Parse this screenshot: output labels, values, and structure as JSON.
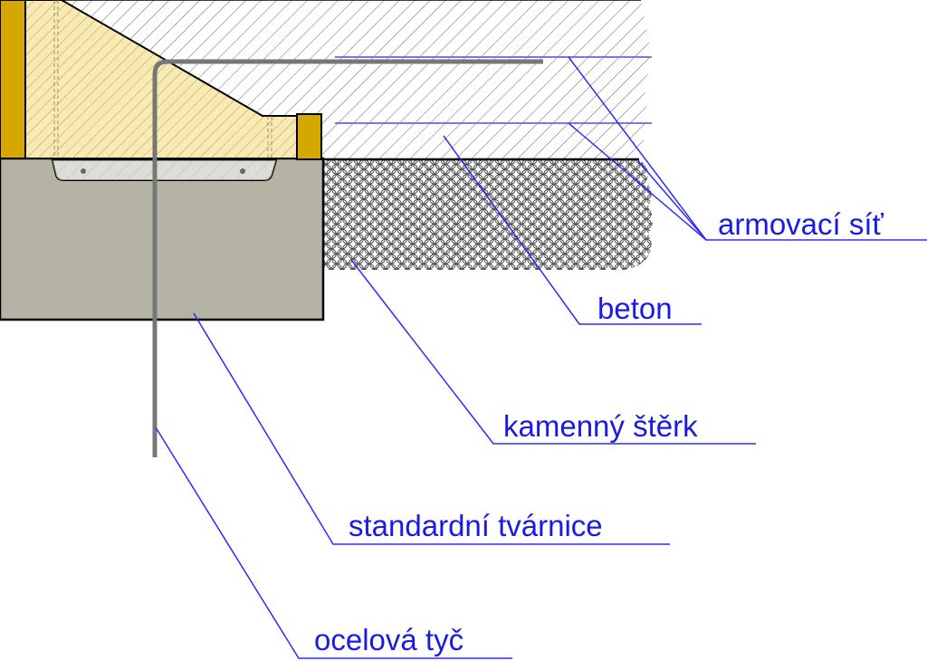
{
  "labels": {
    "mesh": "armovací síť",
    "concrete": "beton",
    "gravel": "kamenný štěrk",
    "block": "standardní tvárnice",
    "rod": "ocelová tyč"
  },
  "colors": {
    "label_blue": "#1a1ae6",
    "leader_blue": "#2b2bff",
    "mesh_line": "#7a78e8",
    "insulation": "#f8eab0",
    "timber": "#d4a800",
    "block": "#b5b3a3",
    "steel": "#777777",
    "outline": "#000000"
  }
}
